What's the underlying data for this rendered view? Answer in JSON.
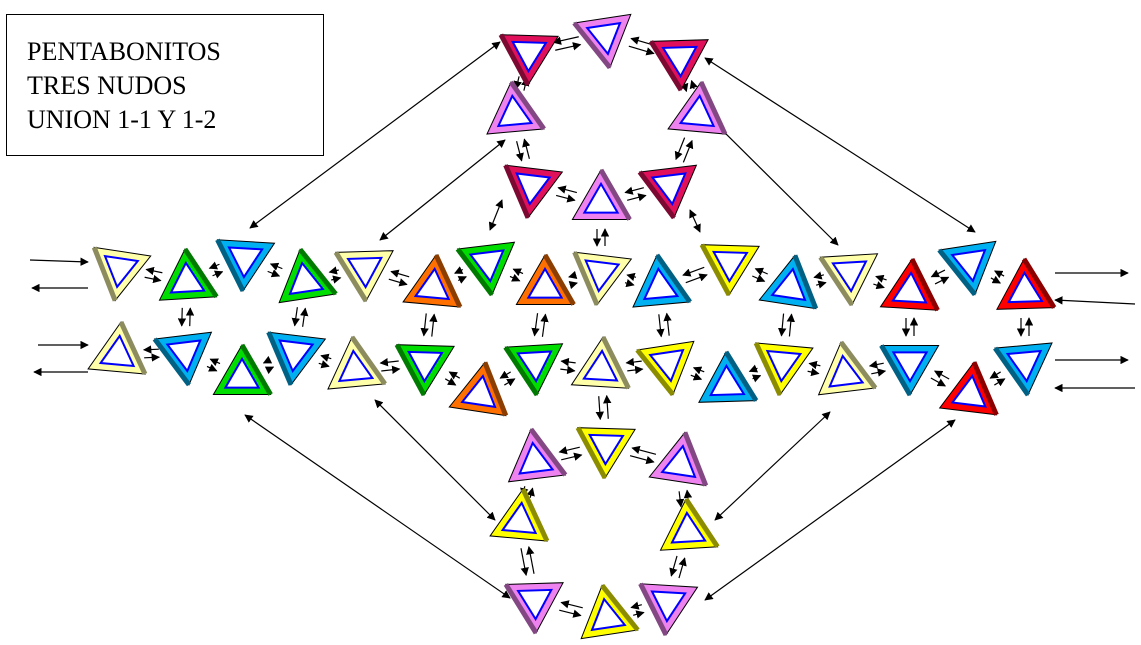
{
  "title": {
    "lines": [
      "PENTABONITOS",
      "TRES NUDOS",
      "UNION 1-1 Y 1-2"
    ]
  },
  "colors": {
    "pink": "#ee82ee",
    "crimson": "#e0105a",
    "yellow": "#ffff00",
    "pale": "#ffffaa",
    "cyan": "#00b0f0",
    "green": "#00dd00",
    "orange": "#ff7000",
    "red": "#ff0000",
    "inner_triangle": "#0000ff",
    "arrows": "#000000"
  },
  "diagram": {
    "knot_count": 3,
    "node_shape": "triangle",
    "links": "double-headed arrows"
  }
}
